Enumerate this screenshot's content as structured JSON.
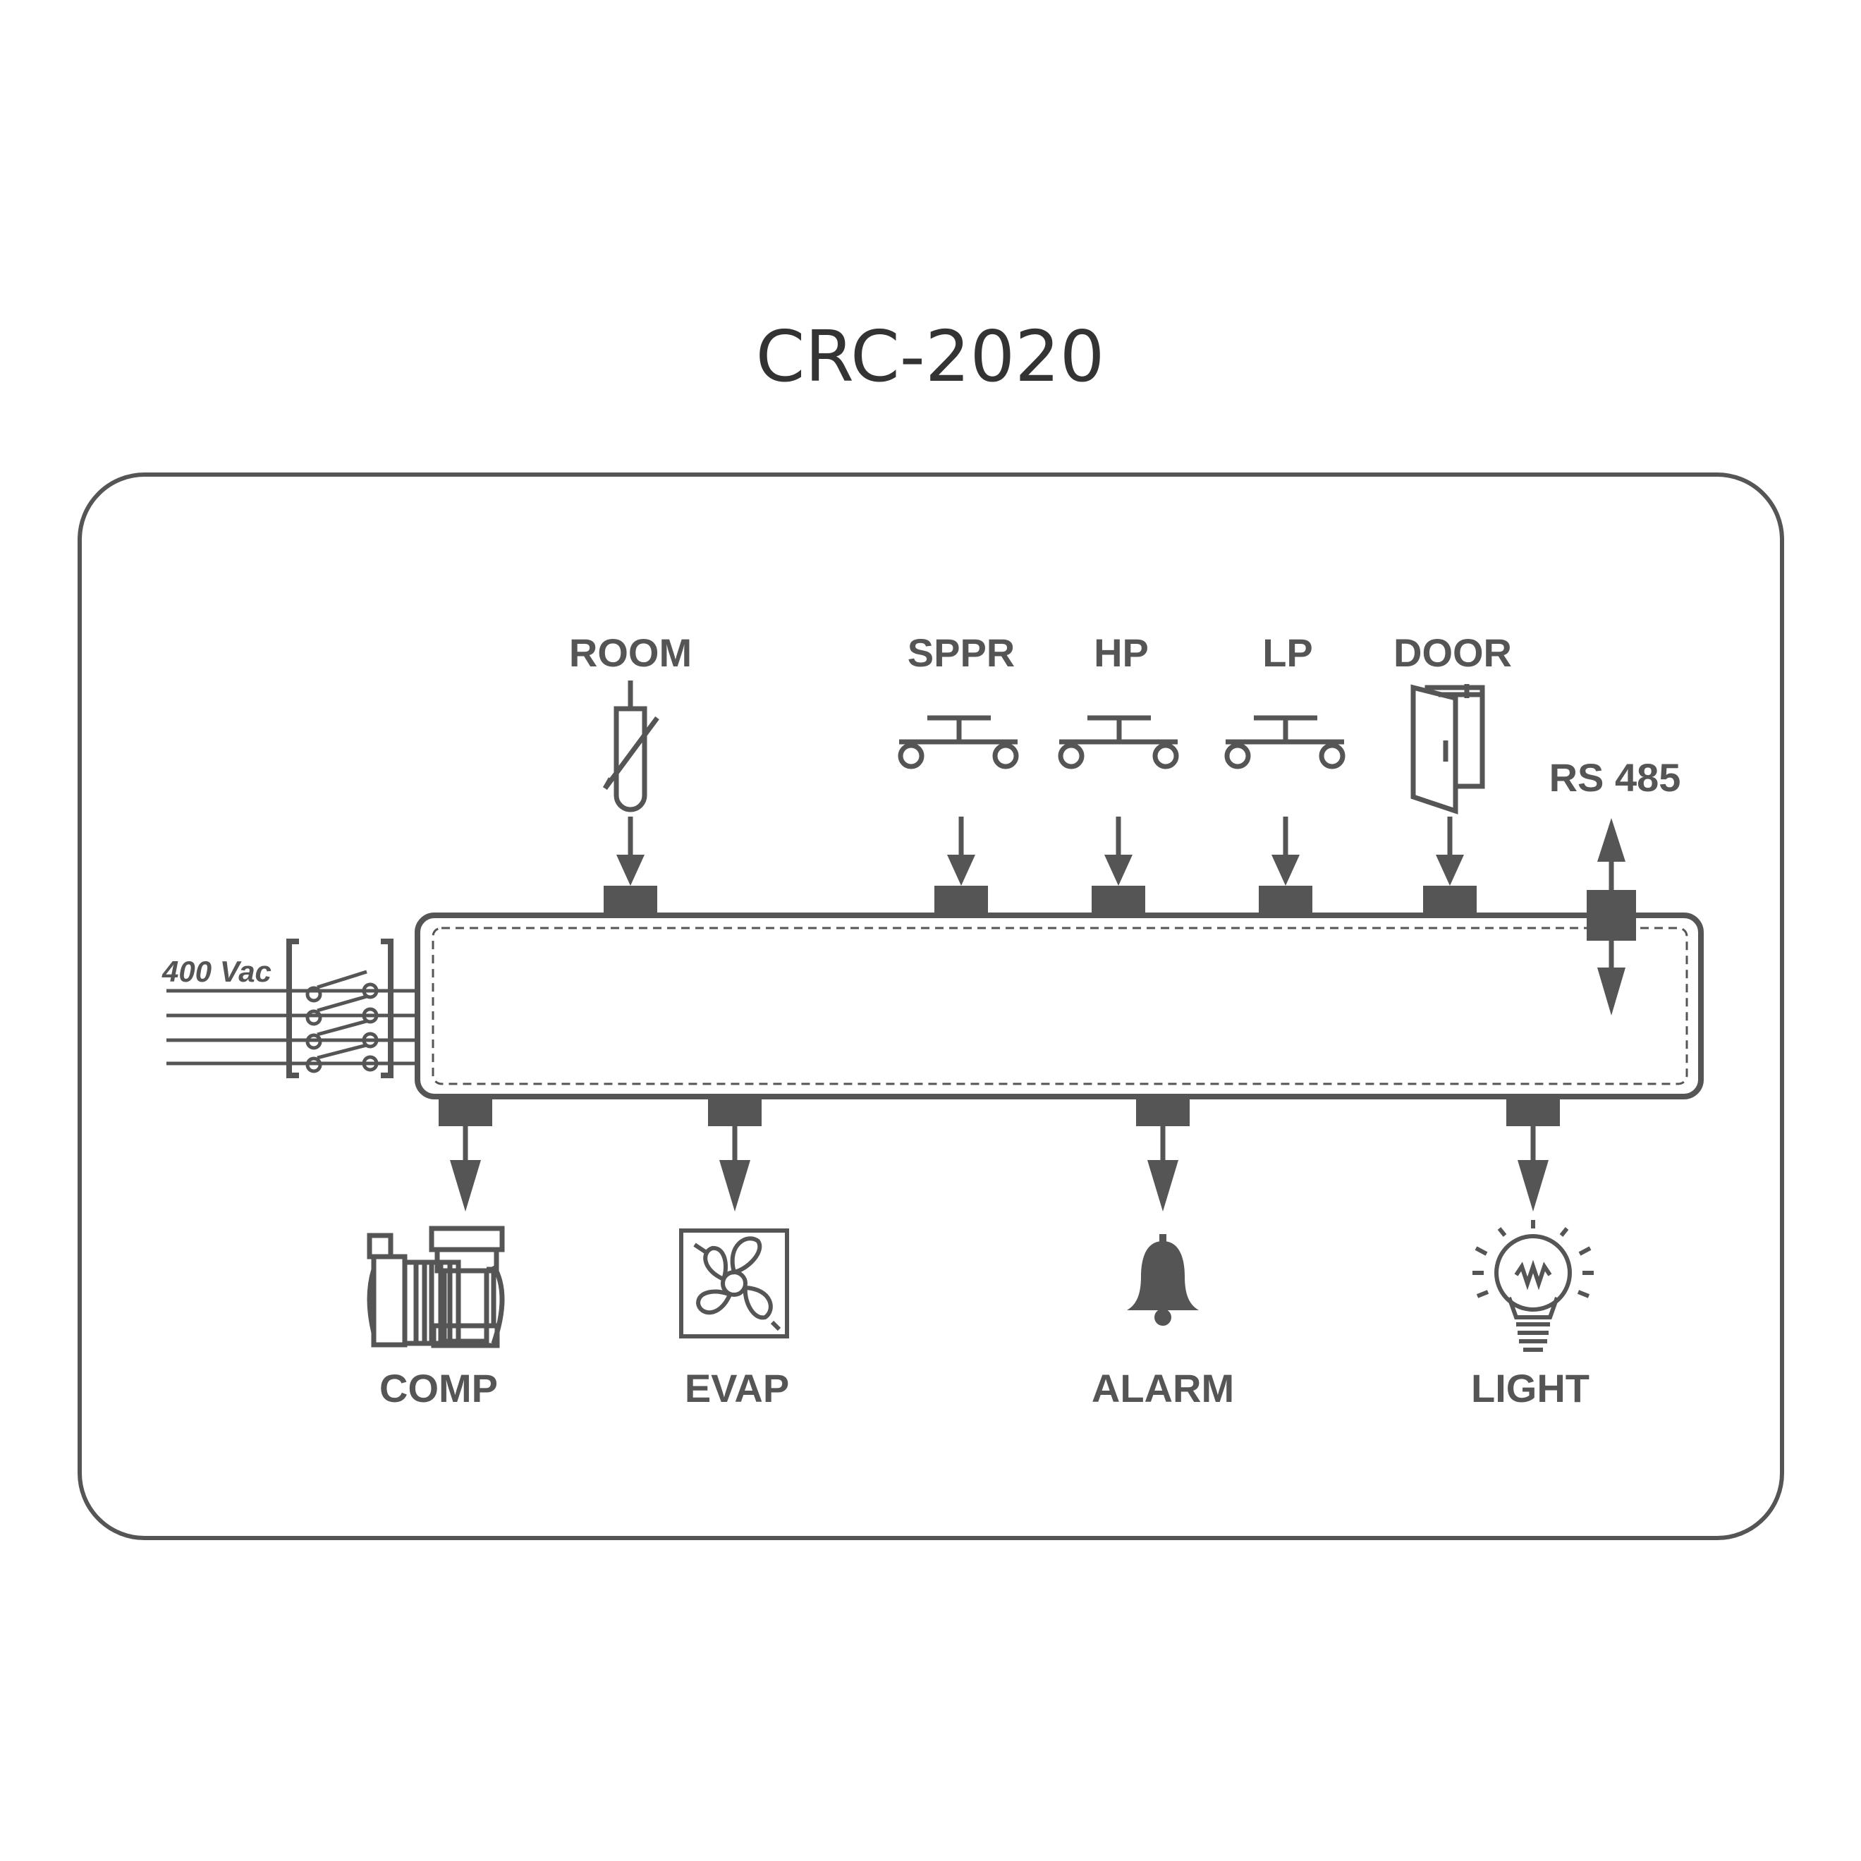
{
  "title": "CRC-2020",
  "power": {
    "label": "400 Vac"
  },
  "inputs": {
    "room": "ROOM",
    "sppr": "SPPR",
    "hp": "HP",
    "lp": "LP",
    "door": "DOOR"
  },
  "comm": {
    "label": "RS 485"
  },
  "outputs": {
    "comp": "COMP",
    "evap": "EVAP",
    "alarm": "ALARM",
    "light": "LIGHT"
  },
  "colors": {
    "stroke": "#555555",
    "title": "#333333",
    "background": "#ffffff"
  }
}
